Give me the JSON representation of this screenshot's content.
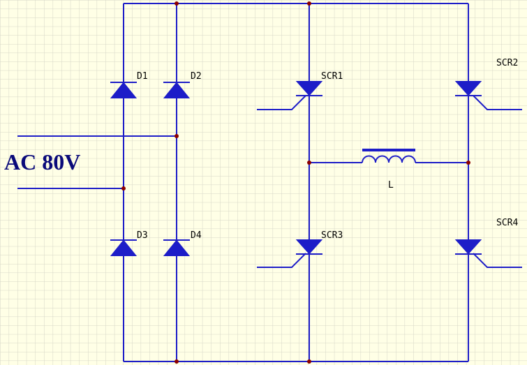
{
  "source_label": "AC 80V",
  "labels": {
    "d1": "D1",
    "d2": "D2",
    "d3": "D3",
    "d4": "D4",
    "scr1": "SCR1",
    "scr2": "SCR2",
    "scr3": "SCR3",
    "scr4": "SCR4",
    "inductor": "L"
  },
  "colors": {
    "background": "#ffffe6",
    "grid": "#d6d6c6",
    "wire": "#1d1dc8",
    "junction": "#8b0000",
    "label_text": "#000000",
    "title_text": "#0a0a7a"
  }
}
